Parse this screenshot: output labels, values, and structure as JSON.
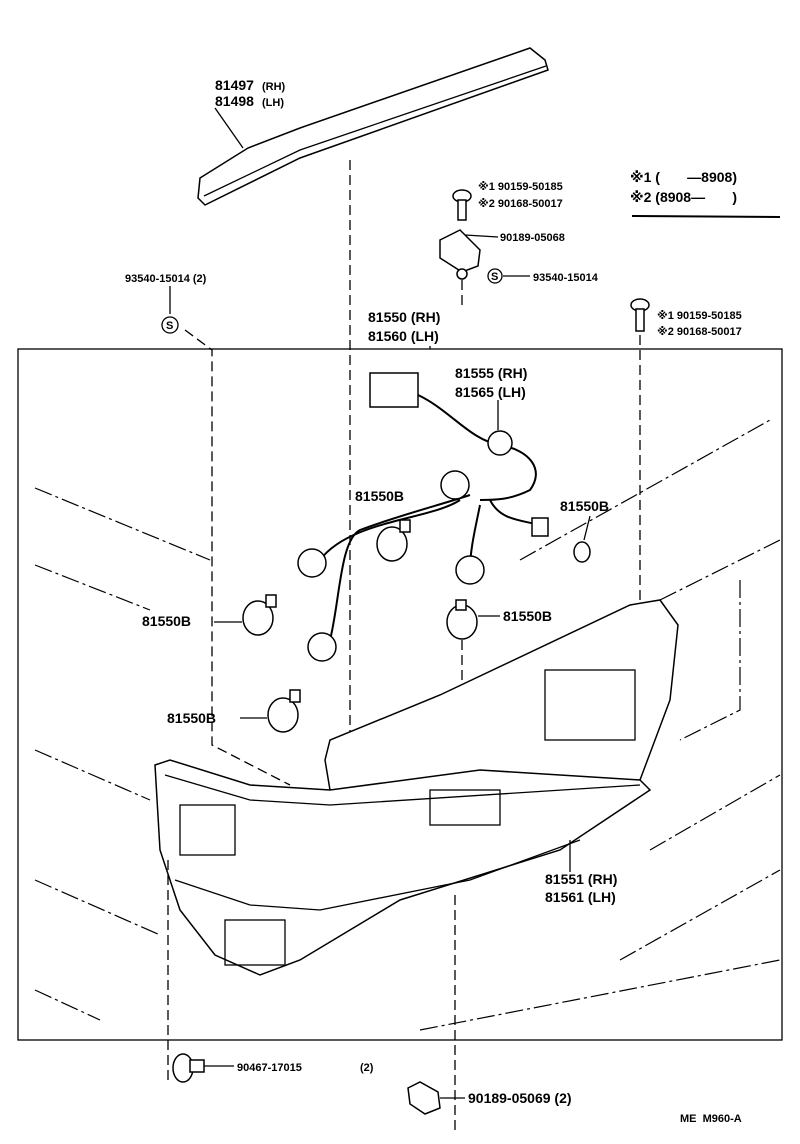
{
  "diagram_code": "ME  M960-A",
  "legend": {
    "l1": "※1 (       —8908)",
    "l2": "※2 (8908—       )"
  },
  "labels": {
    "molding_rh": "81497",
    "molding_rh_side": "(RH)",
    "molding_lh": "81498",
    "molding_lh_side": "(LH)",
    "bolt_top_1": "※1 90159-50185",
    "bolt_top_2": "※2 90168-50017",
    "bracket": "90189-05068",
    "nut_top": "93540-15014",
    "nut_left": "93540-15014 (2)",
    "lamp_rh": "81550 (RH)",
    "lamp_lh": "81560 (LH)",
    "bolt_right_1": "※1 90159-50185",
    "bolt_right_2": "※2 90168-50017",
    "socket_rh": "81555 (RH)",
    "socket_lh": "81565 (LH)",
    "bulb_1": "81550B",
    "bulb_2": "81550B",
    "bulb_3": "81550B",
    "bulb_4": "81550B",
    "bulb_5": "81550B",
    "lens_rh": "81551 (RH)",
    "lens_lh": "81561 (LH)",
    "screw": "90467-17015",
    "screw_qty": "(2)",
    "clip": "90189-05069 (2)",
    "s_mark": "S"
  }
}
